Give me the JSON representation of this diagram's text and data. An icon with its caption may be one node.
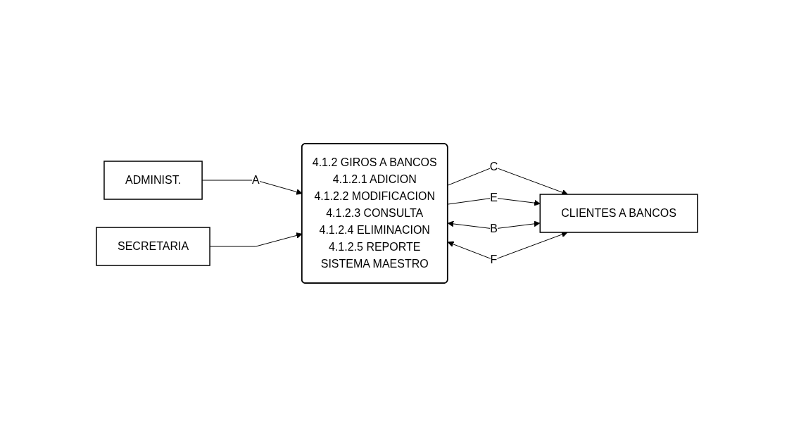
{
  "diagram": {
    "nodes": [
      {
        "text": [
          "ADMINIST."
        ]
      },
      {
        "text": [
          "SECRETARIA"
        ]
      },
      {
        "text": [
          "4.1.2 GIROS A BANCOS",
          "4.1.2.1 ADICION",
          "4.1.2.2 MODIFICACION",
          "4.1.2.3 CONSULTA",
          "4.1.2.4 ELIMINACION",
          "4.1.2.5  REPORTE",
          "SISTEMA MAESTRO"
        ]
      },
      {
        "text": [
          "CLIENTES A BANCOS"
        ]
      }
    ],
    "edges": [
      {
        "from": 0,
        "to": 2,
        "arrow": "to",
        "label": "A"
      },
      {
        "from": 1,
        "to": 2,
        "arrow": "to"
      },
      {
        "from": 3,
        "to": 2,
        "arrow": "both",
        "label": "B"
      },
      {
        "from": 2,
        "to": 3,
        "arrow": "to",
        "label": "C"
      },
      {
        "from": 2,
        "to": 3,
        "arrow": "to",
        "label": "E"
      },
      {
        "from": 3,
        "to": 2,
        "arrow": "both",
        "label": "F"
      }
    ]
  }
}
